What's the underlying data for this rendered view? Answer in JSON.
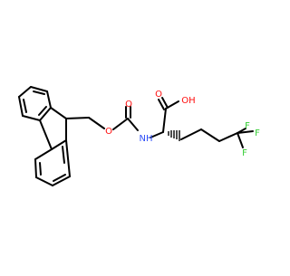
{
  "molecule": {
    "atom_labels": {
      "ester_o": "O",
      "carbonyl_o": "O",
      "amide_nh": "NH",
      "acid_o": "O",
      "acid_oh": "OH",
      "f1": "F",
      "f2": "F",
      "f3": "F"
    },
    "colors": {
      "bond": "#000000",
      "oxygen": "#ff0d0d",
      "nitrogen": "#3050f8",
      "fluorine": "#33cc33",
      "background": "#ffffff"
    }
  }
}
